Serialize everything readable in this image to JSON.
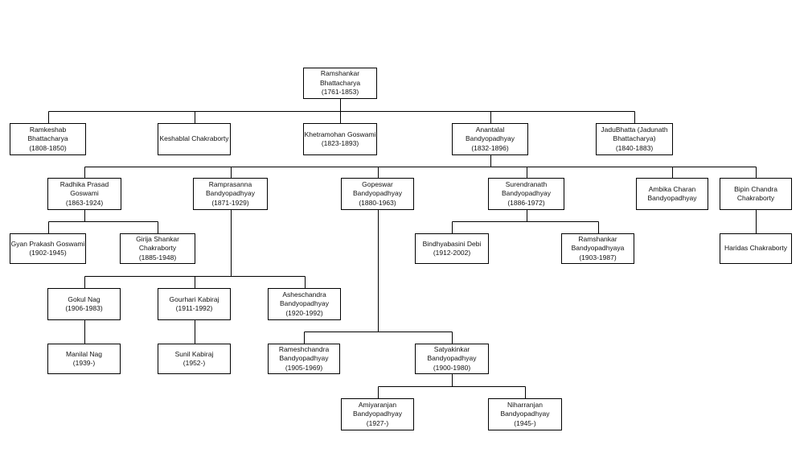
{
  "people": [
    {
      "id": "p1",
      "lines": [
        "Ramshankar",
        "Bhattacharya",
        "(1761-1853)"
      ]
    },
    {
      "id": "p2",
      "lines": [
        "Ramkeshab",
        "Bhattacharya",
        "(1808-1850)"
      ]
    },
    {
      "id": "p3",
      "lines": [
        "Keshablal Chakraborty"
      ]
    },
    {
      "id": "p4",
      "lines": [
        "Khetramohan Goswami",
        "(1823-1893)"
      ]
    },
    {
      "id": "p5",
      "lines": [
        "Anantalal",
        "Bandyopadhyay",
        "(1832-1896)"
      ]
    },
    {
      "id": "p6",
      "lines": [
        "JaduBhatta (Jadunath",
        "Bhattacharya)",
        "(1840-1883)"
      ]
    },
    {
      "id": "p7",
      "lines": [
        "Radhika Prasad",
        "Goswami",
        "(1863-1924)"
      ]
    },
    {
      "id": "p8",
      "lines": [
        "Ramprasanna",
        "Bandyopadhyay",
        "(1871-1929)"
      ]
    },
    {
      "id": "p9",
      "lines": [
        "Gopeswar",
        "Bandyopadhyay",
        "(1880-1963)"
      ]
    },
    {
      "id": "p10",
      "lines": [
        "Surendranath",
        "Bandyopadhyay",
        "(1886-1972)"
      ]
    },
    {
      "id": "p11",
      "lines": [
        "Ambika Charan",
        "Bandyopadhyay"
      ]
    },
    {
      "id": "p12",
      "lines": [
        "Bipin Chandra",
        "Chakraborty"
      ]
    },
    {
      "id": "p13",
      "lines": [
        "Gyan Prakash Goswami",
        "(1902-1945)"
      ]
    },
    {
      "id": "p14",
      "lines": [
        "Girija Shankar",
        "Chakraborty",
        "(1885-1948)"
      ]
    },
    {
      "id": "p15",
      "lines": [
        "Bindhyabasini Debi",
        "(1912-2002)"
      ]
    },
    {
      "id": "p16",
      "lines": [
        "Ramshankar",
        "Bandyopadhyaya",
        "(1903-1987)"
      ]
    },
    {
      "id": "p17",
      "lines": [
        "Haridas Chakraborty"
      ]
    },
    {
      "id": "p18",
      "lines": [
        "Gokul Nag",
        "(1906-1983)"
      ]
    },
    {
      "id": "p19",
      "lines": [
        "Gourhari Kabiraj",
        "(1911-1992)"
      ]
    },
    {
      "id": "p20",
      "lines": [
        "Asheschandra",
        "Bandyopadhyay",
        "(1920-1992)"
      ]
    },
    {
      "id": "p21",
      "lines": [
        "Manilal Nag",
        "(1939-)"
      ]
    },
    {
      "id": "p22",
      "lines": [
        "Sunil Kabiraj",
        "(1952-)"
      ]
    },
    {
      "id": "p23",
      "lines": [
        "Rameshchandra",
        "Bandyopadhyay",
        "(1905-1969)"
      ]
    },
    {
      "id": "p24",
      "lines": [
        "Satyakinkar",
        "Bandyopadhyay",
        "(1900-1980)"
      ]
    },
    {
      "id": "p25",
      "lines": [
        "Amiyaranjan",
        "Bandyopadhyay",
        "(1927-)"
      ]
    },
    {
      "id": "p26",
      "lines": [
        "Niharranjan",
        "Bandyopadhyay",
        "(1945-)"
      ]
    }
  ],
  "relations": [
    {
      "parent": "p1",
      "children": [
        "p2",
        "p3",
        "p4",
        "p5",
        "p6"
      ]
    },
    {
      "parent": "p5",
      "children": [
        "p7",
        "p8",
        "p9",
        "p10",
        "p11",
        "p12"
      ]
    },
    {
      "parent": "p7",
      "children": [
        "p13",
        "p14"
      ]
    },
    {
      "parent": "p8",
      "children": [
        "p18",
        "p19",
        "p20"
      ]
    },
    {
      "parent": "p9",
      "children": [
        "p23",
        "p24"
      ]
    },
    {
      "parent": "p10",
      "children": [
        "p15",
        "p16"
      ]
    },
    {
      "parent": "p12",
      "children": [
        "p17"
      ]
    },
    {
      "parent": "p18",
      "children": [
        "p21"
      ]
    },
    {
      "parent": "p19",
      "children": [
        "p22"
      ]
    },
    {
      "parent": "p24",
      "children": [
        "p25",
        "p26"
      ]
    }
  ]
}
